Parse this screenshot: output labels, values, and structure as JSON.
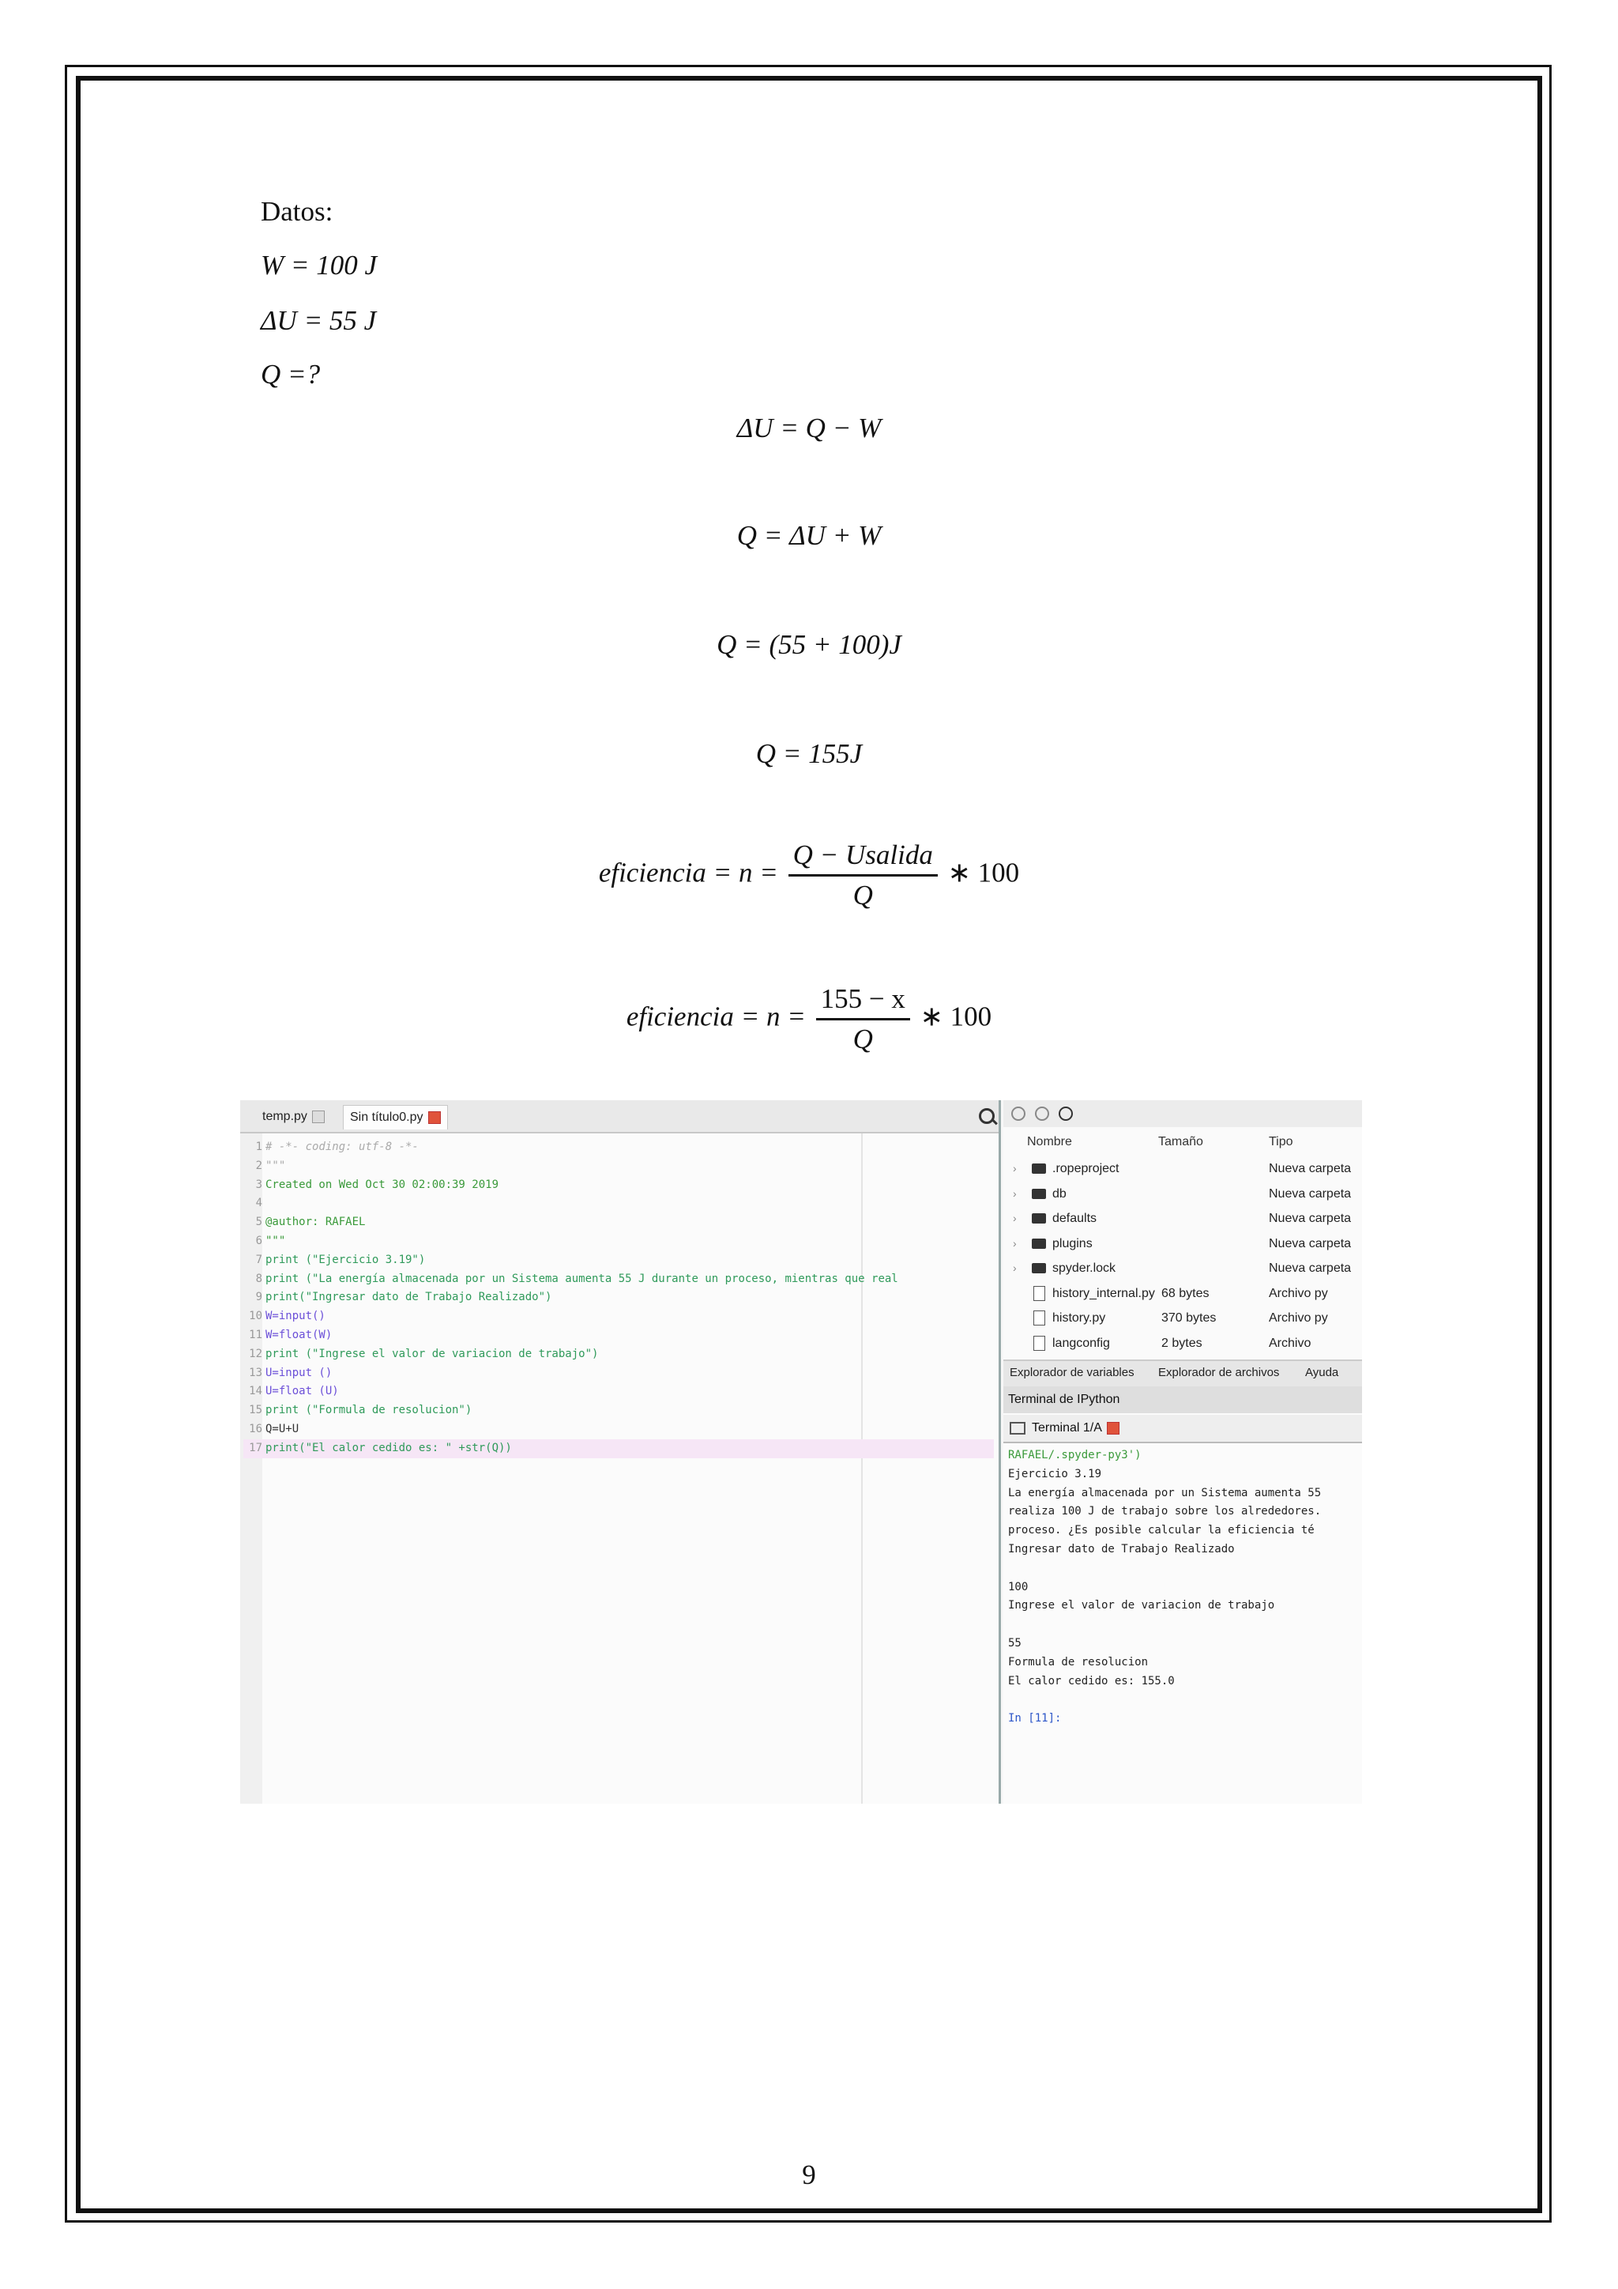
{
  "datos": {
    "title": "Datos:",
    "lines": [
      "W = 100 J",
      "ΔU = 55 J",
      "Q =?"
    ]
  },
  "equations": {
    "eq1": "ΔU = Q − W",
    "eq2": "Q = ΔU + W",
    "eq3": "Q = (55 + 100)J",
    "eq4": "Q = 155J",
    "eff1": {
      "lhs": "eficiencia = n =",
      "num": "Q − Usalida",
      "den": "Q",
      "rhs": "∗ 100"
    },
    "eff2": {
      "lhs": "eficiencia = n =",
      "num": "155 − x",
      "den": "Q",
      "rhs": "∗ 100"
    }
  },
  "screenshot": {
    "editor": {
      "tabs": [
        "temp.py",
        "Sin título0.py"
      ],
      "code_lines": [
        {
          "n": "1",
          "t": "# -*- coding: utf-8 -*-",
          "c": "cm"
        },
        {
          "n": "2",
          "t": "\"\"\"",
          "c": "cm"
        },
        {
          "n": "3",
          "t": "Created on Wed Oct 30 02:00:39 2019",
          "c": "gn"
        },
        {
          "n": "4",
          "t": "",
          "c": "gn"
        },
        {
          "n": "5",
          "t": "@author: RAFAEL",
          "c": "gn"
        },
        {
          "n": "6",
          "t": "\"\"\"",
          "c": "gn"
        },
        {
          "n": "7",
          "t": "print (\"Ejercicio 3.19\")",
          "c": "st"
        },
        {
          "n": "8",
          "t": "print (\"La energía almacenada por un Sistema aumenta 55 J durante un proceso, mientras que real",
          "c": "st"
        },
        {
          "n": "9",
          "t": "print(\"Ingresar dato de Trabajo Realizado\")",
          "c": "st"
        },
        {
          "n": "10",
          "t": "W=input()",
          "c": "kw"
        },
        {
          "n": "11",
          "t": "W=float(W)",
          "c": "kw"
        },
        {
          "n": "12",
          "t": "print (\"Ingrese el valor de variacion de trabajo\")",
          "c": "st"
        },
        {
          "n": "13",
          "t": "U=input ()",
          "c": "kw"
        },
        {
          "n": "14",
          "t": "U=float (U)",
          "c": "kw"
        },
        {
          "n": "15",
          "t": "print (\"Formula de resolucion\")",
          "c": "st"
        },
        {
          "n": "16",
          "t": "Q=U+U",
          "c": "nm"
        },
        {
          "n": "17",
          "t": "print(\"El calor cedido es: \" +str(Q))",
          "c": "st"
        }
      ]
    },
    "files": {
      "headers": [
        "Nombre",
        "Tamaño",
        "Tipo"
      ],
      "rows": [
        {
          "name": ".ropeproject",
          "size": "",
          "type": "Nueva carpeta",
          "kind": "folder"
        },
        {
          "name": "db",
          "size": "",
          "type": "Nueva carpeta",
          "kind": "folder"
        },
        {
          "name": "defaults",
          "size": "",
          "type": "Nueva carpeta",
          "kind": "folder"
        },
        {
          "name": "plugins",
          "size": "",
          "type": "Nueva carpeta",
          "kind": "folder"
        },
        {
          "name": "spyder.lock",
          "size": "",
          "type": "Nueva carpeta",
          "kind": "folder"
        },
        {
          "name": "history_internal.py",
          "size": "68 bytes",
          "type": "Archivo py",
          "kind": "file"
        },
        {
          "name": "history.py",
          "size": "370 bytes",
          "type": "Archivo py",
          "kind": "file"
        },
        {
          "name": "langconfig",
          "size": "2 bytes",
          "type": "Archivo",
          "kind": "file"
        }
      ],
      "tabs": [
        "Explorador de variables",
        "Explorador de archivos",
        "Ayuda"
      ]
    },
    "console": {
      "title": "Terminal de IPython",
      "tab": "Terminal 1/A",
      "lines": [
        {
          "t": "RAFAEL/.spyder-py3')",
          "c": "gn"
        },
        {
          "t": "Ejercicio 3.19",
          "c": ""
        },
        {
          "t": "La energía almacenada por un Sistema aumenta 55",
          "c": ""
        },
        {
          "t": "realiza 100 J de trabajo sobre los alrededores.",
          "c": ""
        },
        {
          "t": "proceso. ¿Es posible calcular la eficiencia té",
          "c": ""
        },
        {
          "t": "Ingresar dato de Trabajo Realizado",
          "c": ""
        },
        {
          "t": "",
          "c": ""
        },
        {
          "t": "100",
          "c": ""
        },
        {
          "t": "Ingrese el valor de variacion de trabajo",
          "c": ""
        },
        {
          "t": "",
          "c": ""
        },
        {
          "t": "55",
          "c": ""
        },
        {
          "t": "Formula de resolucion",
          "c": ""
        },
        {
          "t": "El calor cedido es: 155.0",
          "c": ""
        },
        {
          "t": "",
          "c": ""
        },
        {
          "t": "In [11]:",
          "c": "blue"
        }
      ]
    }
  },
  "page_number": "9"
}
